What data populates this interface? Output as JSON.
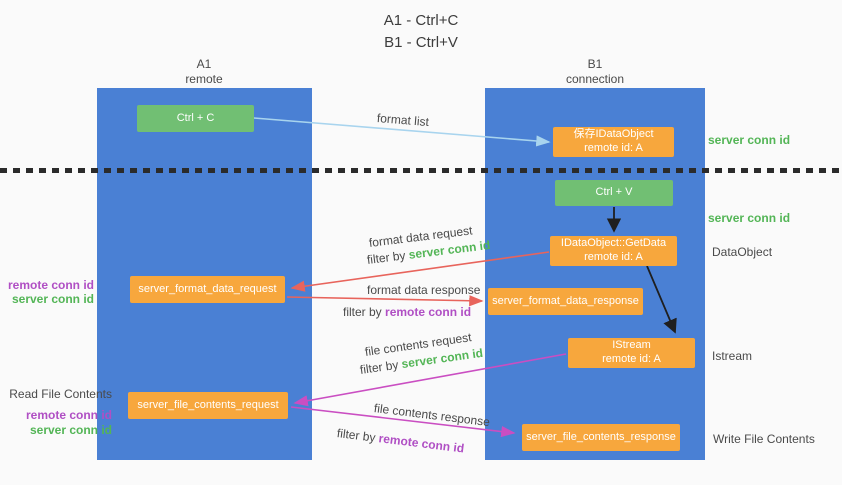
{
  "title": {
    "line1": "A1 - Ctrl+C",
    "line2": "B1 - Ctrl+V"
  },
  "columns": {
    "a1": {
      "name": "A1",
      "subtitle": "remote"
    },
    "b1": {
      "name": "B1",
      "subtitle": "connection"
    }
  },
  "nodes": {
    "ctrl_c": "Ctrl + C",
    "ctrl_v": "Ctrl + V",
    "save_idataobject": {
      "line1": "保存IDataObject",
      "line2": "remote id: A"
    },
    "getdata": {
      "line1": "IDataObject::GetData",
      "line2": "remote id: A"
    },
    "istream": {
      "line1": "IStream",
      "line2": "remote id: A"
    },
    "server_format_data_request": "server_format_data_request",
    "server_format_data_response": "server_format_data_response",
    "server_file_contents_request": "server_file_contents_request",
    "server_file_contents_response": "server_file_contents_response"
  },
  "edges": {
    "format_list": "format list",
    "format_data_request": {
      "label": "format data request",
      "filter_prefix": "filter by",
      "filter_id": "server conn id"
    },
    "format_data_response": {
      "label": "format data response",
      "filter_prefix": "filter by",
      "filter_id": "remote conn id"
    },
    "file_contents_request": {
      "label": "file contents request",
      "filter_prefix": "filter by",
      "filter_id": "server conn id"
    },
    "file_contents_response": {
      "label": "file contents response",
      "filter_prefix": "filter by",
      "filter_id": "remote conn id"
    }
  },
  "annotations": {
    "server_conn_id_top": "server conn id",
    "server_conn_id_mid": "server conn id",
    "dataobject": "DataObject",
    "istream": "Istream",
    "write_file_contents": "Write File Contents",
    "read_file_contents": "Read File Contents",
    "format_remote_conn_id": "remote conn id",
    "format_server_conn_id": "server conn id",
    "file_remote_conn_id": "remote conn id",
    "file_server_conn_id": "server conn id"
  },
  "colors": {
    "background": "#fafafa",
    "lifeline_blue": "#4a80d4",
    "node_orange": "#f7a73d",
    "button_green": "#71bf73",
    "green_text": "#53b556",
    "purple_text": "#b04fc4",
    "red_arrow": "#e8645c",
    "magenta_arrow": "#ca4ec2",
    "light_blue_arrow": "#a8d4ee",
    "black_arrow": "#1f1f1f"
  }
}
